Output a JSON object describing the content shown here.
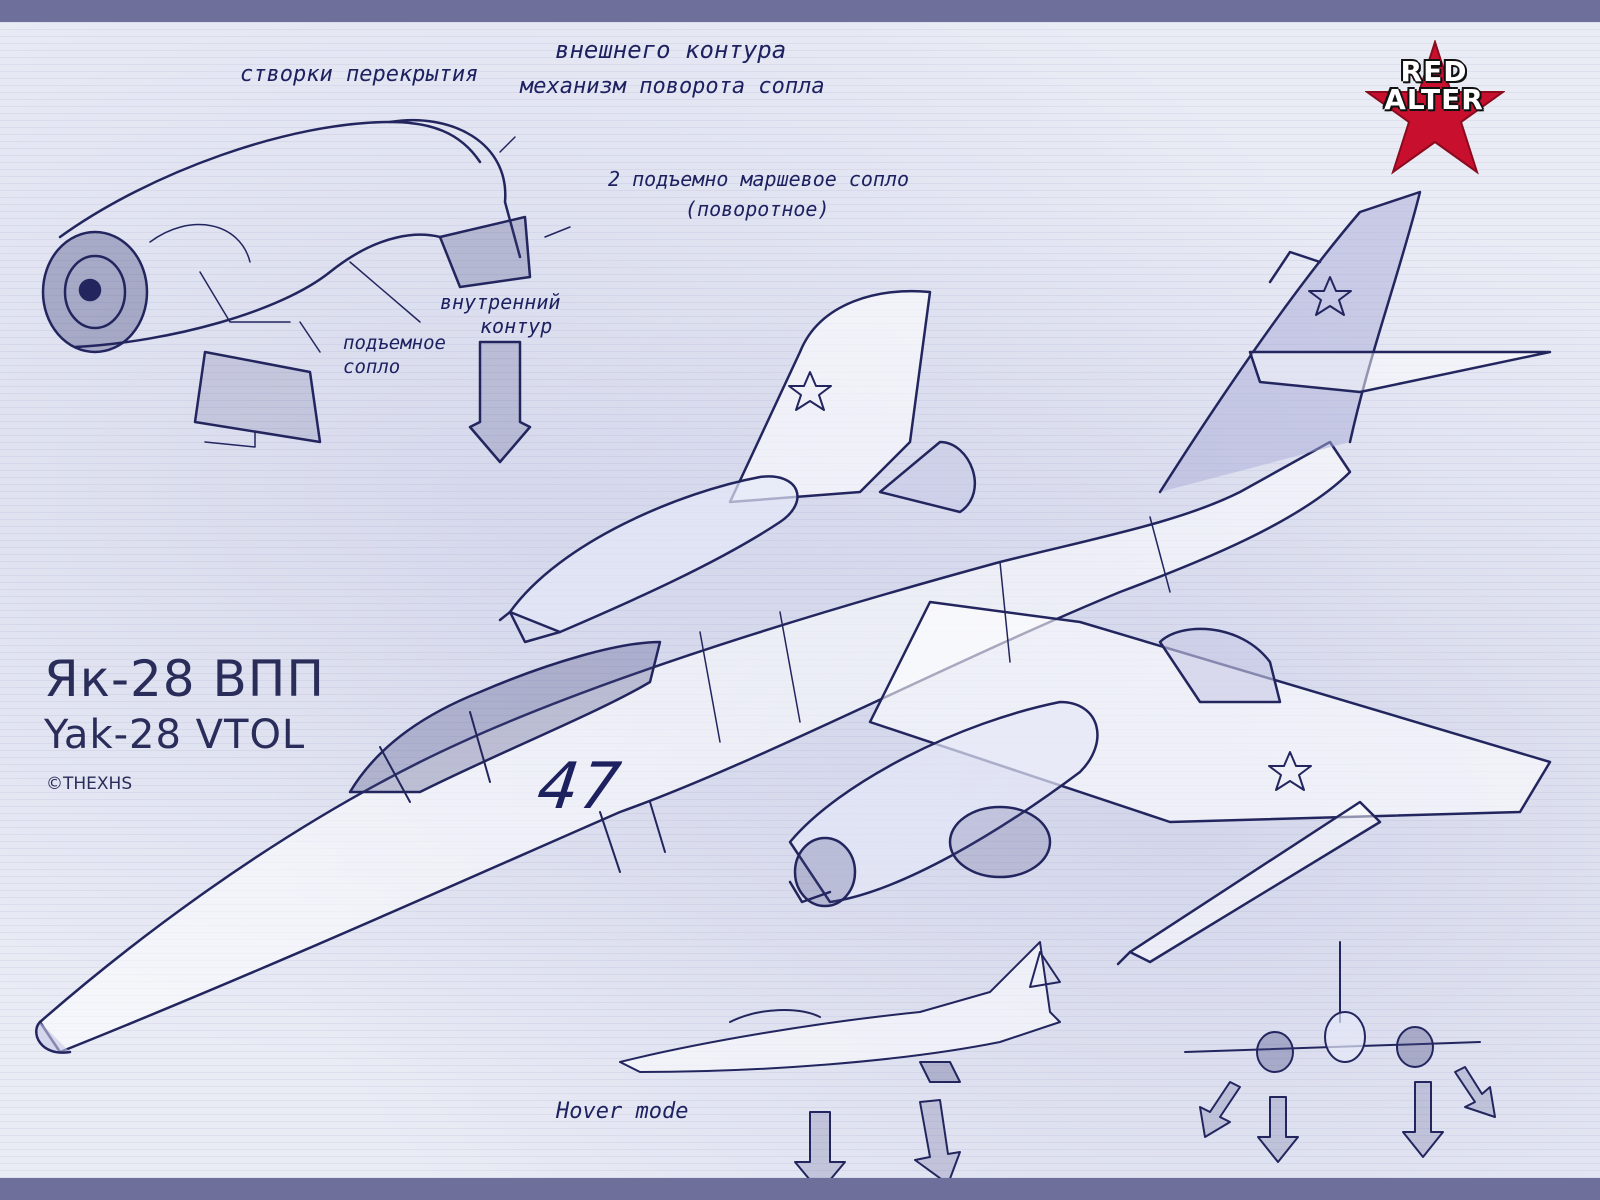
{
  "annotations": {
    "outer_contour": "внешнего контура",
    "doors": "створки перекрытия",
    "nozzle_rotation": "механизм поворота сопла",
    "cruise_nozzle_1": "2 подъемно маршевое сопло",
    "cruise_nozzle_2": "(поворотное)",
    "inner_contour_1": "внутренний",
    "inner_contour_2": "контур",
    "lift_nozzle_1": "подъемное",
    "lift_nozzle_2": "сопло"
  },
  "title": {
    "ru": "Як-28 ВПП",
    "en": "Yak-28 VTOL",
    "credit": "©THEXHS"
  },
  "side_view_label": "Hover mode",
  "tail_number": "47",
  "logo": {
    "line1": "RED",
    "line2": "ALTER"
  },
  "colors": {
    "ink": "#1e2160",
    "paper": "#e9ebf5",
    "frame": "#6e6f9a",
    "logo_star": "#c8102e"
  }
}
